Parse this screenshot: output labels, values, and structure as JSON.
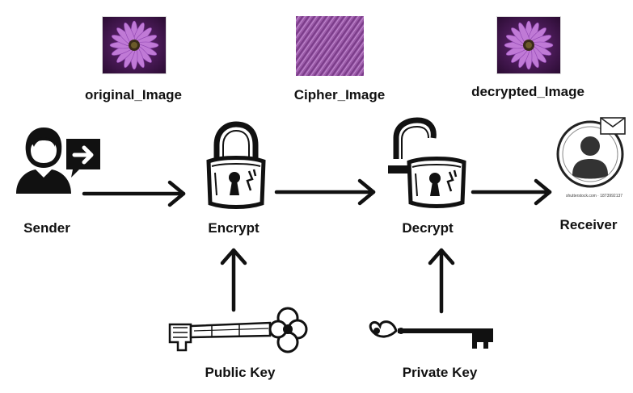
{
  "images": {
    "original": {
      "label": "original_Image"
    },
    "cipher": {
      "label": "Cipher_Image"
    },
    "decrypted": {
      "label": "decrypted_Image"
    }
  },
  "nodes": {
    "sender": {
      "label": "Sender"
    },
    "encrypt": {
      "label": "Encrypt"
    },
    "decrypt": {
      "label": "Decrypt"
    },
    "receiver": {
      "label": "Receiver",
      "watermark": "shutterstock.com · 1873992137"
    }
  },
  "keys": {
    "public": {
      "label": "Public Key"
    },
    "private": {
      "label": "Private Key"
    }
  },
  "colors": {
    "flower_purple": "#8e44b0",
    "cipher_purple": "#9b5aa8",
    "ink": "#111111"
  }
}
